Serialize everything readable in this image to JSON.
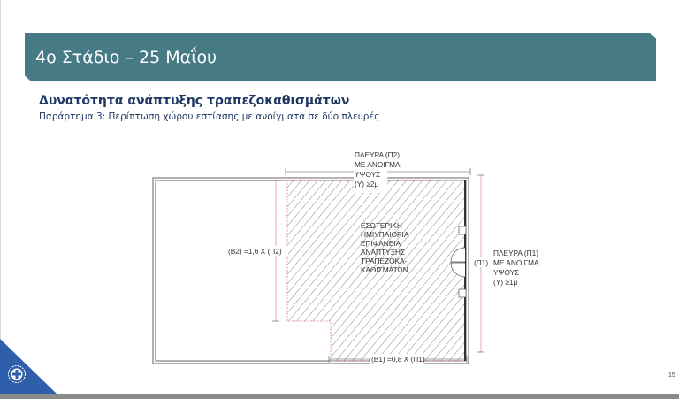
{
  "banner": {
    "title": "4ο Στάδιο – 25 Μαΐου",
    "color": "#467b86"
  },
  "heading": "Δυνατότητα ανάπτυξης τραπεζοκαθισμάτων",
  "subheading": "Παράρτημα 3: Περίπτωση χώρου εστίασης με ανοίγματα σε δύο πλευρές",
  "diagram": {
    "side_p2": [
      "ΠΛΕΥΡΑ (Π2)",
      "ΜΕ ΑΝΟΙΓΜΑ",
      "ΥΨΟΥΣ",
      "(Υ) ≥2μ"
    ],
    "side_p1": [
      "ΠΛΕΥΡΑ (Π1)",
      "ΜΕ ΑΝΟΙΓΜΑ",
      "ΥΨΟΥΣ",
      "(Υ) ≥1μ"
    ],
    "p1_label": "(Π1)",
    "b2_label": "(Β2) =1,6 Χ (Π2)",
    "b1_label": "(Β1) =0,8 Χ (Π1)",
    "center": [
      "ΕΣΩΤΕΡΙΚΗ",
      "ΗΜΙΥΠΑΙΘΡΙΑ",
      "ΕΠΙΦΑΝΕΙΑ",
      "ΑΝΑΠΤΥΞΗΣ",
      "ΤΡΑΠΕΖΟΚΑ-",
      "ΚΑΘΙΣΜΑΤΩΝ"
    ]
  },
  "page_number": "15"
}
